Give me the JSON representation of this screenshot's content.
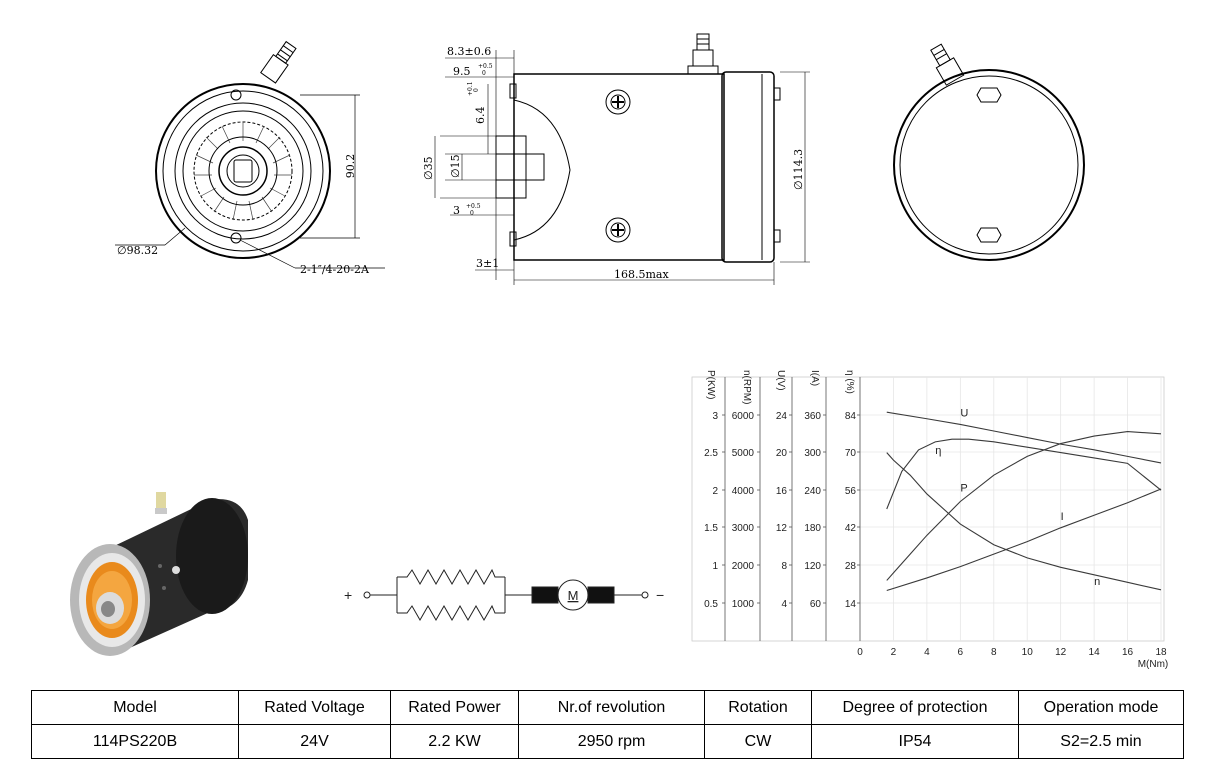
{
  "drawings": {
    "front": {
      "dims": [
        "90.2",
        "∅98.32",
        "2-1″/4-20-2A"
      ]
    },
    "side": {
      "dims": [
        "8.3±0.6",
        "9.5",
        "6.4",
        "∅35",
        "∅15",
        "3",
        "3±1",
        "168.5max",
        "∅114.3"
      ],
      "tols": [
        "+0.5",
        "0",
        "+0.1",
        "0",
        "+0.5",
        "0"
      ]
    }
  },
  "circuit": {
    "plus": "+",
    "minus": "−",
    "motor": "M"
  },
  "chart_data": {
    "type": "line",
    "x": [
      2,
      4,
      6,
      8,
      10,
      12,
      14,
      16,
      18
    ],
    "xlabel": "M(Nm)",
    "xticks": [
      "0",
      "2",
      "4",
      "6",
      "8",
      "10",
      "12",
      "14",
      "16",
      "18"
    ],
    "xlim": [
      0,
      18
    ],
    "axes": [
      {
        "label": "P(KW)",
        "ticks": [
          "3",
          "2.5",
          "2",
          "1.5",
          "1",
          "0.5"
        ]
      },
      {
        "label": "n(RPM)",
        "ticks": [
          "6000",
          "5000",
          "4000",
          "3000",
          "2000",
          "1000"
        ]
      },
      {
        "label": "U(V)",
        "ticks": [
          "24",
          "20",
          "16",
          "12",
          "8",
          "4"
        ]
      },
      {
        "label": "I(A)",
        "ticks": [
          "360",
          "300",
          "240",
          "180",
          "120",
          "60"
        ]
      },
      {
        "label": "η  (%)",
        "ticks": [
          "84",
          "70",
          "56",
          "42",
          "28",
          "14"
        ]
      }
    ],
    "series": [
      {
        "name": "U",
        "axis": "U(V)",
        "x": [
          1.6,
          4,
          6,
          8,
          10,
          12,
          14,
          16,
          18
        ],
        "values": [
          24.3,
          23.6,
          23.0,
          22.3,
          21.6,
          20.9,
          20.3,
          19.6,
          18.9
        ]
      },
      {
        "name": "η",
        "axis": "η  (%)",
        "x": [
          1.6,
          2.5,
          3.5,
          4.5,
          5.5,
          6.5,
          8,
          10,
          12,
          14,
          16,
          18
        ],
        "values": [
          49,
          63,
          71,
          74,
          75,
          75,
          74,
          72,
          70,
          68,
          66,
          56
        ]
      },
      {
        "name": "P",
        "axis": "P(KW)",
        "x": [
          1.6,
          2,
          3,
          4,
          6,
          8,
          10,
          12,
          14,
          16,
          18
        ],
        "values": [
          0.8,
          0.9,
          1.15,
          1.4,
          1.85,
          2.2,
          2.45,
          2.62,
          2.72,
          2.78,
          2.75
        ]
      },
      {
        "name": "I",
        "axis": "I(A)",
        "x": [
          1.6,
          4,
          6,
          8,
          10,
          12,
          14,
          16,
          18
        ],
        "values": [
          80,
          100,
          118,
          138,
          158,
          180,
          200,
          220,
          242
        ]
      },
      {
        "name": "n",
        "axis": "n(RPM)",
        "x": [
          1.6,
          2,
          3,
          4,
          6,
          8,
          10,
          12,
          14,
          16,
          18
        ],
        "values": [
          5000,
          4800,
          4400,
          3900,
          3100,
          2550,
          2200,
          1950,
          1750,
          1550,
          1350
        ]
      }
    ]
  },
  "specs": {
    "headers": [
      "Model",
      "Rated Voltage",
      "Rated Power",
      "Nr.of revolution",
      "Rotation",
      "Degree of protection",
      "Operation mode"
    ],
    "values": [
      "114PS220B",
      "24V",
      "2.2 KW",
      "2950 rpm",
      "CW",
      "IP54",
      "S2=2.5 min"
    ]
  }
}
